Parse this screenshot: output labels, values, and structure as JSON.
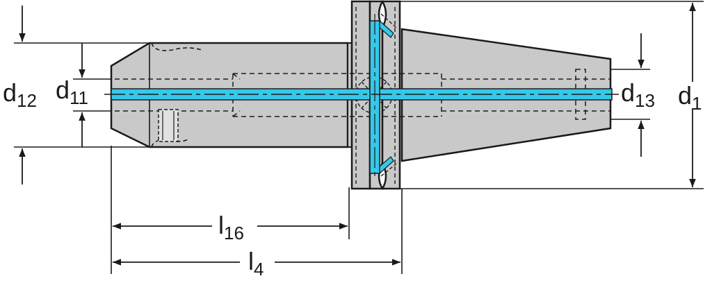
{
  "diagram": {
    "colors": {
      "body_fill": "#c9c9c9",
      "body_light": "#e1e1e1",
      "outline": "#1a1a1a",
      "coolant": "#35c8ea",
      "background": "#ffffff"
    },
    "labels": {
      "d12": {
        "base": "d",
        "sub": "12"
      },
      "d11": {
        "base": "d",
        "sub": "11"
      },
      "d13": {
        "base": "d",
        "sub": "13"
      },
      "d1": {
        "base": "d",
        "sub": "1"
      },
      "l16": {
        "base": "l",
        "sub": "16"
      },
      "l4": {
        "base": "l",
        "sub": "4"
      }
    }
  }
}
